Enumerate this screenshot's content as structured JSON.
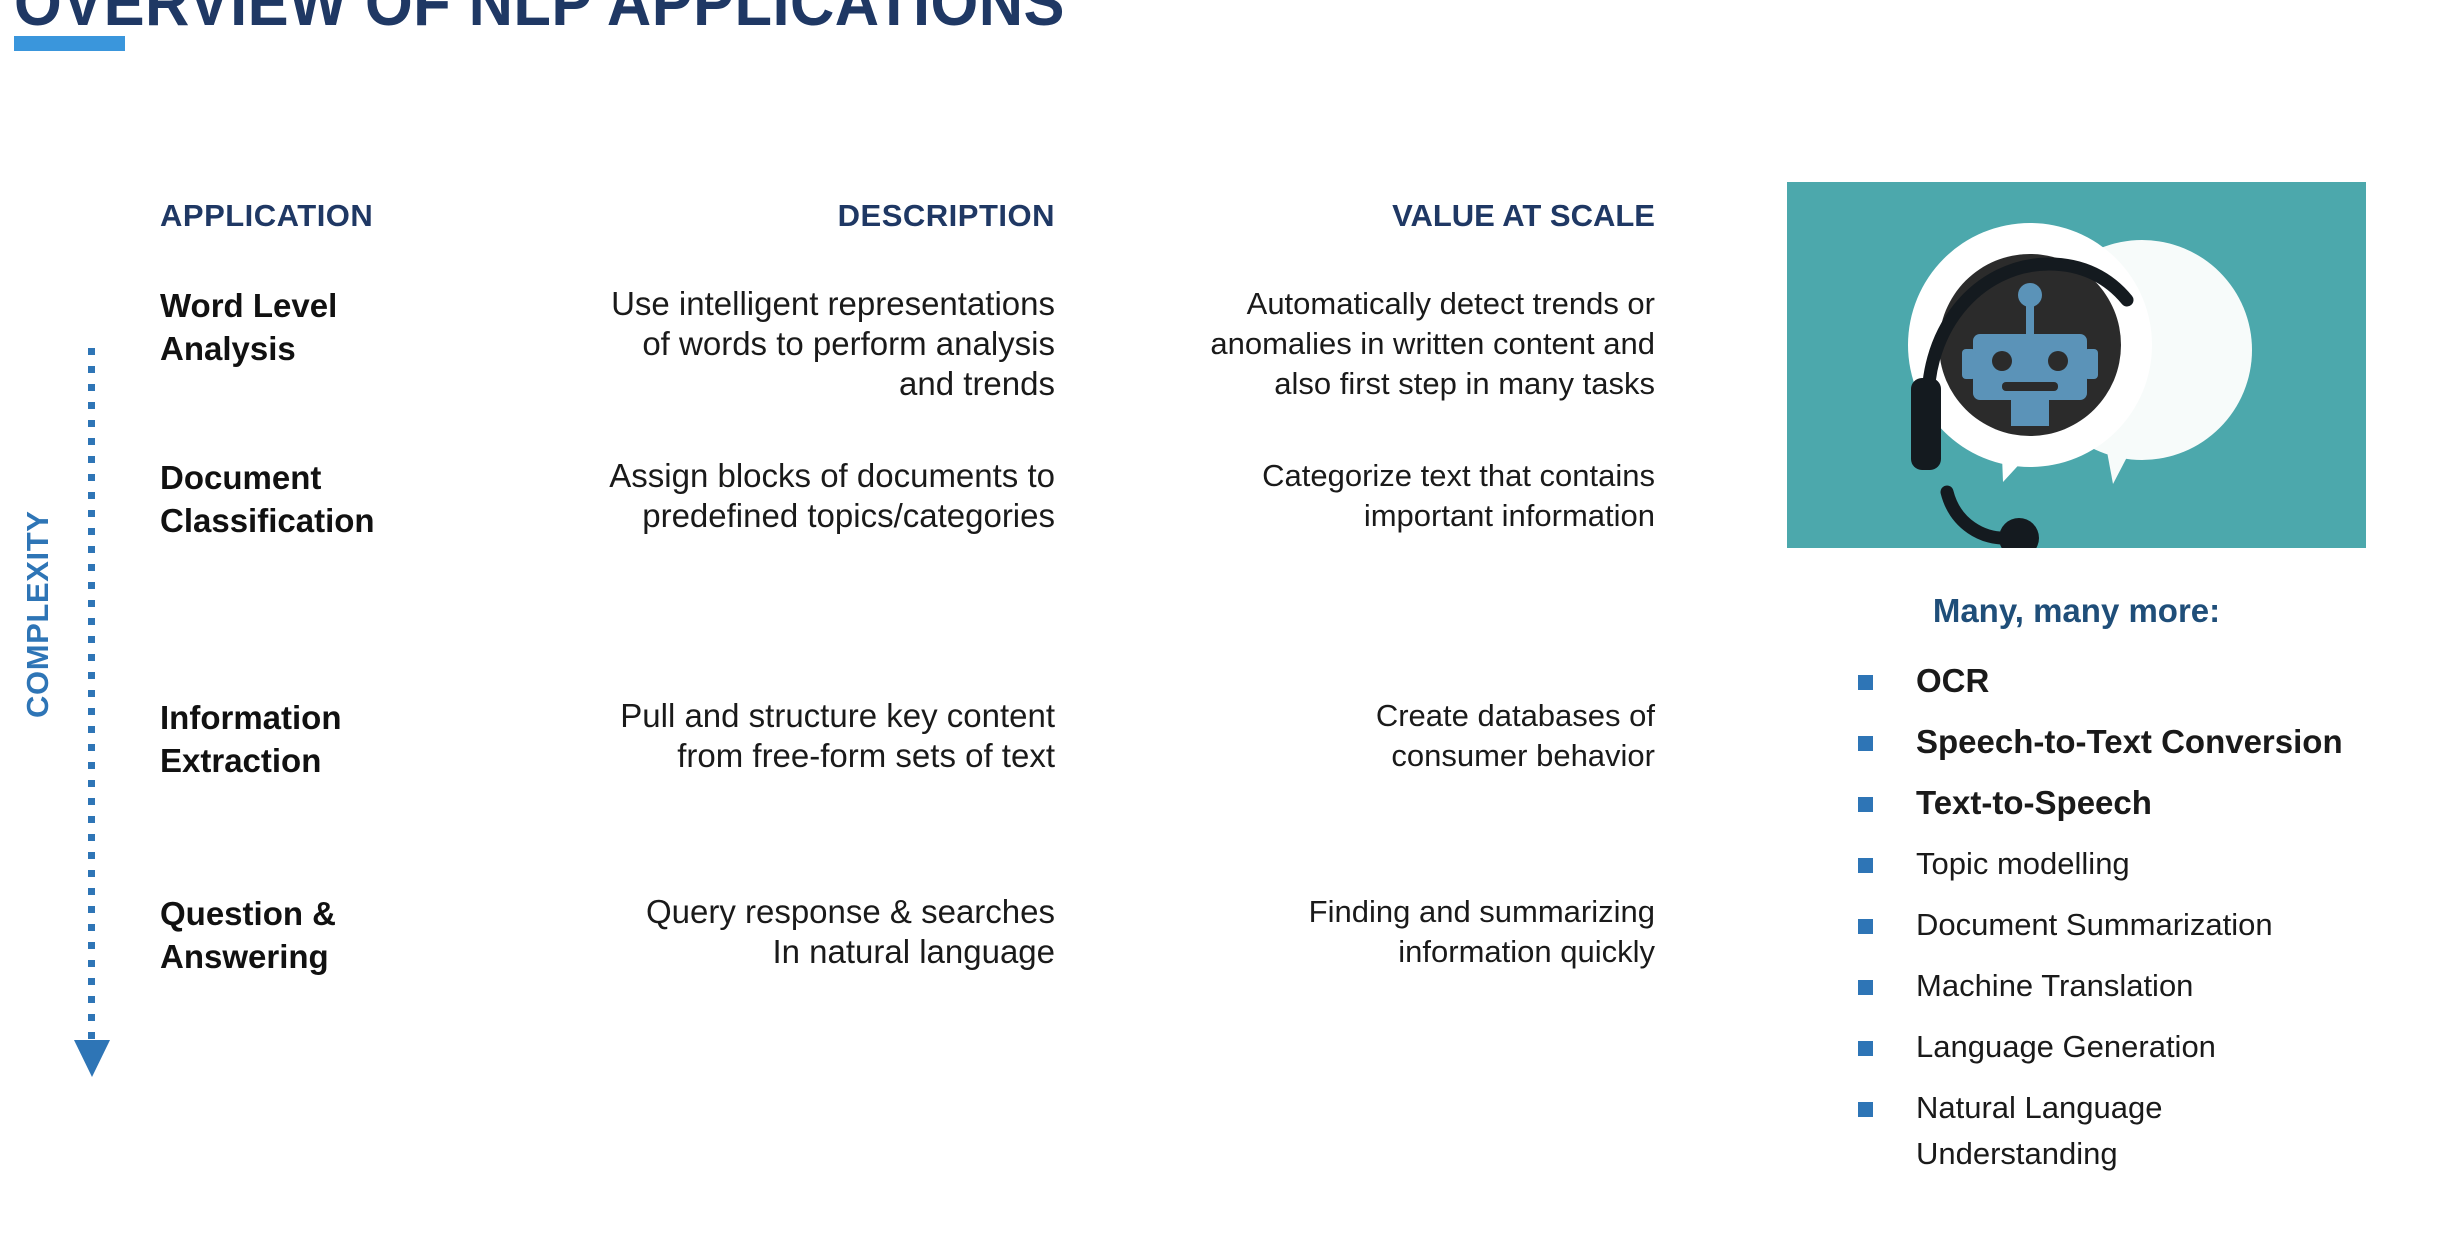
{
  "title": "OVERVIEW OF NLP APPLICATIONS",
  "axis": {
    "label": "COMPLEXITY"
  },
  "table": {
    "headers": {
      "application": "APPLICATION",
      "description": "DESCRIPTION",
      "value": "VALUE AT SCALE"
    },
    "rows": [
      {
        "application_line1": "Word Level",
        "application_line2": "Analysis",
        "description_line1": "Use intelligent representations",
        "description_line2": "of words to perform analysis",
        "description_line3": "and trends",
        "value_line1": "Automatically detect trends or",
        "value_line2": "anomalies in written content and",
        "value_line3": "also first step in many tasks"
      },
      {
        "application_line1": "Document",
        "application_line2": "Classification",
        "description_line1": "Assign blocks of documents to",
        "description_line2": "predefined topics/categories",
        "description_line3": "",
        "value_line1": "Categorize text that contains",
        "value_line2": "important information",
        "value_line3": ""
      },
      {
        "application_line1": "Information",
        "application_line2": "Extraction",
        "description_line1": "Pull and structure key content",
        "description_line2": "from free-form sets of text",
        "description_line3": "",
        "value_line1": "Create databases of",
        "value_line2": "consumer behavior",
        "value_line3": ""
      },
      {
        "application_line1": "Question &",
        "application_line2": "Answering",
        "description_line1": "Query response & searches",
        "description_line2": "In natural language",
        "description_line3": "",
        "value_line1": "Finding and summarizing",
        "value_line2": "information quickly",
        "value_line3": ""
      }
    ]
  },
  "panel": {
    "illustration_name": "chatbot-headset-speech-bubble",
    "heading": "Many, many more:",
    "extras": [
      {
        "label": "OCR",
        "bold": true
      },
      {
        "label": "Speech-to-Text Conversion",
        "bold": true
      },
      {
        "label": "Text-to-Speech",
        "bold": true
      },
      {
        "label": "Topic modelling",
        "bold": false
      },
      {
        "label": "Document Summarization",
        "bold": false
      },
      {
        "label": "Machine Translation",
        "bold": false
      },
      {
        "label": "Language Generation",
        "bold": false
      },
      {
        "label": "Natural Language Understanding",
        "bold": false
      }
    ]
  },
  "colors": {
    "title_blue": "#1F3864",
    "accent_blue": "#3A96DC",
    "axis_blue": "#2E75B6",
    "panel_teal": "#4CA8AC",
    "heading_blue": "#1F4E79",
    "robot_blue": "#5B93B8",
    "robot_dark": "#2B2B2B"
  }
}
